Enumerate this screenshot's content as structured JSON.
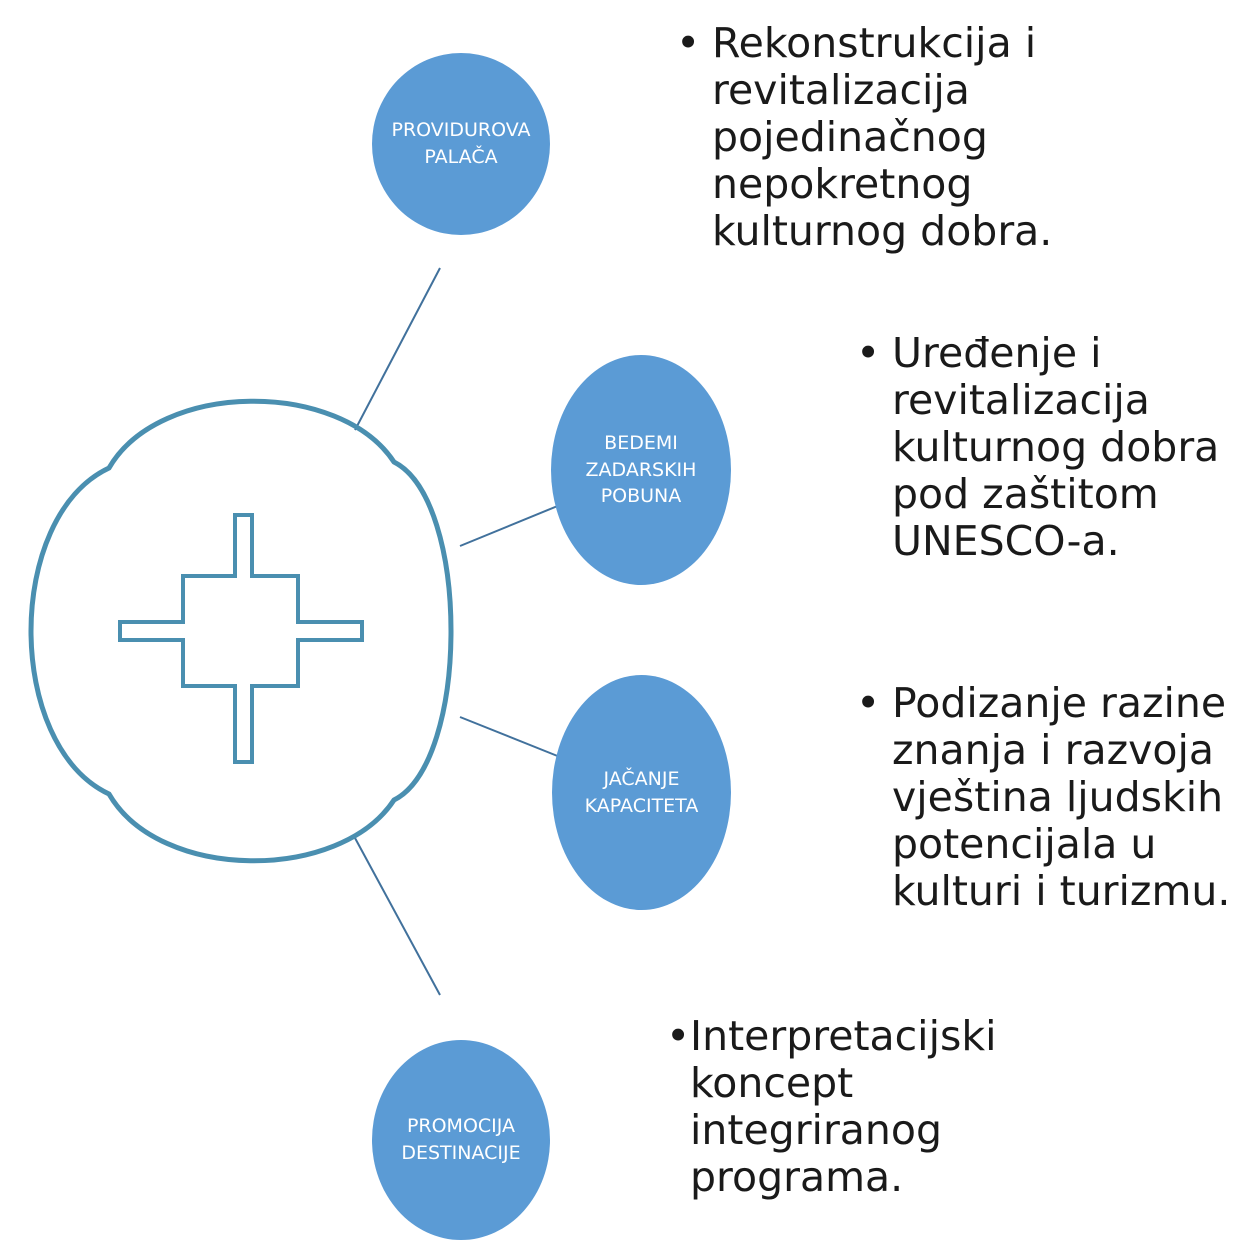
{
  "colors": {
    "node_fill": "#5b9bd5",
    "connector": "#41719c",
    "hub_stroke": "#4a8fb0",
    "text": "#1a1a1a"
  },
  "hub": {
    "icon": "cross-quatrefoil-icon"
  },
  "items": [
    {
      "node_lines": [
        "PROVIDUROVA",
        "PALAČA"
      ],
      "bullet": "•",
      "desc_lines": [
        "Rekonstrukcija i",
        "revitalizacija",
        "pojedinačnog",
        "nepokretnog",
        "kulturnog dobra."
      ]
    },
    {
      "node_lines": [
        "BEDEMI",
        "ZADARSKIH",
        "POBUNA"
      ],
      "bullet": "•",
      "desc_lines": [
        "Uređenje i",
        "revitalizacija",
        "kulturnog dobra",
        "pod zaštitom",
        "UNESCO-a."
      ]
    },
    {
      "node_lines": [
        "JAČANJE",
        "KAPACITETA"
      ],
      "bullet": "•",
      "desc_lines": [
        "Podizanje razine",
        "znanja i razvoja",
        "vještina ljudskih",
        "potencijala u",
        "kulturi i turizmu."
      ]
    },
    {
      "node_lines": [
        "PROMOCIJA",
        "DESTINACIJE"
      ],
      "bullet": "•",
      "desc_lines": [
        "Interpretacijski",
        "koncept",
        "integriranog",
        "programa."
      ]
    }
  ]
}
